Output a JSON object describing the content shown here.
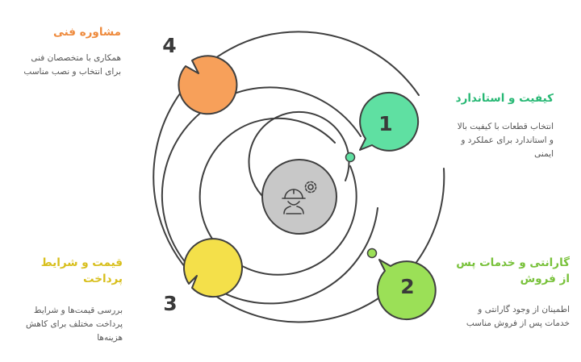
{
  "colors": {
    "ring": "#3f3f3f",
    "center_fill": "#c8c8c8",
    "center_icon": "#3f3f3f",
    "item1": "#5fe0a2",
    "item1_title": "#27b874",
    "item2": "#9be057",
    "item2_title": "#78c13a",
    "item3": "#f4e04a",
    "item3_title": "#d8bf1d",
    "item4": "#f7a05a",
    "item4_title": "#ee8a3c"
  },
  "center": {
    "icon": "engineer-gear-icon"
  },
  "items": [
    {
      "number": "1",
      "title": "کیفیت و استاندارد",
      "desc_lines": [
        "انتخاب قطعات با کیفیت بالا",
        "و استاندارد برای عملکرد و",
        "ایمنی"
      ]
    },
    {
      "number": "2",
      "title_lines": [
        "گارانتی و خدمات پس",
        "از فروش"
      ],
      "desc_lines": [
        "اطمینان از وجود گارانتی و",
        "خدمات پس از فروش مناسب"
      ]
    },
    {
      "number": "3",
      "title_lines": [
        "قیمت و شرایط",
        "پرداخت"
      ],
      "desc_lines": [
        "بررسی قیمت‌ها و شرایط",
        "پرداخت مختلف برای کاهش",
        "هزینه‌ها"
      ]
    },
    {
      "number": "4",
      "title": "مشاوره فنی",
      "desc_lines": [
        "همکاری با متخصصان فنی",
        "برای انتخاب و نصب مناسب"
      ]
    }
  ]
}
